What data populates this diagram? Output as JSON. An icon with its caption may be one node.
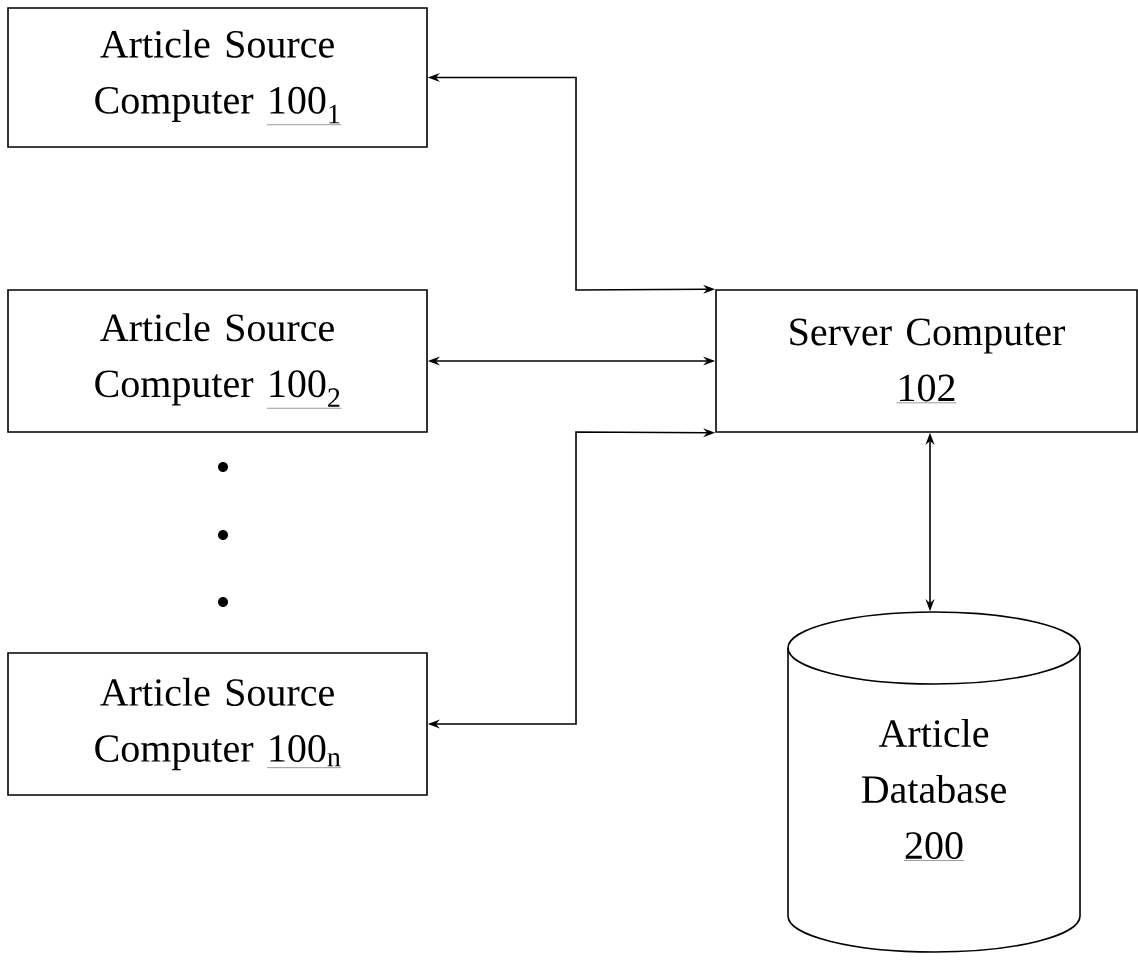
{
  "diagram": {
    "nodes": [
      {
        "text": [
          "Article Source Computer",
          "100$_{1}$"
        ]
      },
      {
        "text": [
          "Article Source Computer",
          "100$_{2}$"
        ]
      },
      {
        "text": [
          "Article Source Computer",
          "100$_{n}$"
        ]
      },
      {
        "text": [
          "Server Computer",
          "102"
        ]
      },
      {
        "text": [
          "Article Database",
          "200"
        ]
      }
    ],
    "edges": [
      {
        "from": 0,
        "to": 3,
        "arrow": "both"
      },
      {
        "from": 1,
        "to": 3,
        "arrow": "both"
      },
      {
        "from": 3,
        "to": 2,
        "arrow": "both"
      },
      {
        "from": 3,
        "to": 4,
        "arrow": "both"
      }
    ]
  }
}
